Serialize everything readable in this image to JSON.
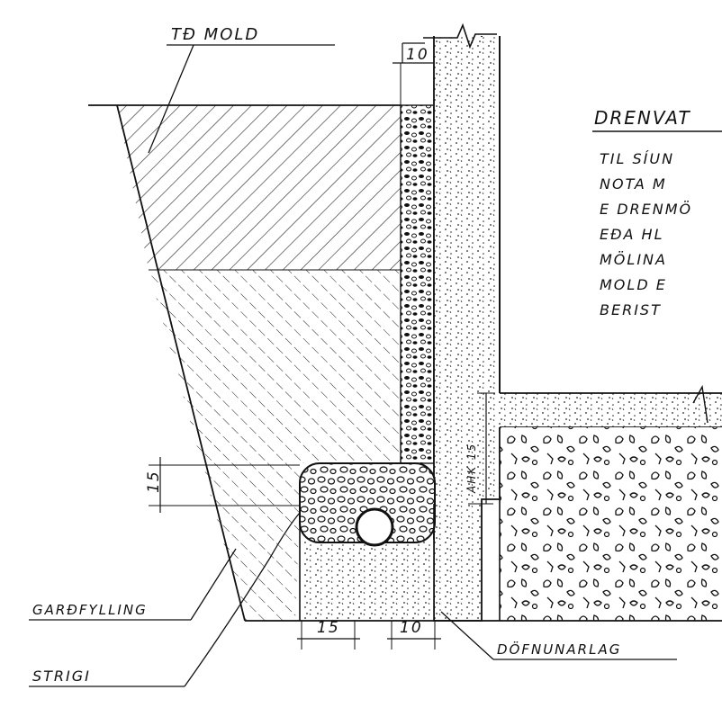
{
  "labels": {
    "td_mold": "TÐ MOLD",
    "dim_10_top": "10",
    "dim_15_left": "15",
    "dim_ahk15": "AHK 15",
    "dim_15_bottom": "15",
    "dim_10_bottom": "10",
    "gardfylling": "GARÐFYLLING",
    "strigi": "STRIGI",
    "dofnunarlag": "DÖFNUNARLAG"
  },
  "note": {
    "title": "DRENVAT",
    "lines": [
      "TIL SÍUN",
      "NOTA M",
      "E DRENMÖ",
      "EÐA HL",
      "MÖLINA",
      "MOLD E",
      "BERIST"
    ]
  }
}
